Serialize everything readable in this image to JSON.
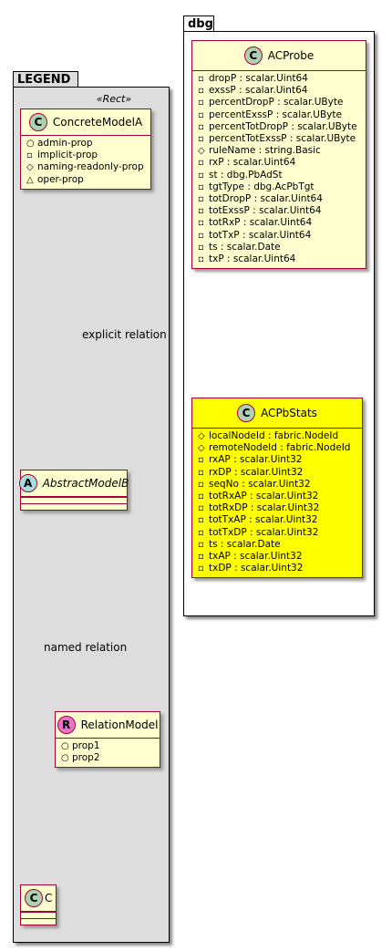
{
  "packages": {
    "legend": {
      "title": "LEGEND",
      "stereotype": "«Rect»"
    },
    "dbg": {
      "title": "dbg"
    }
  },
  "classes": {
    "concrete_model_a": {
      "badge": "C",
      "name": "ConcreteModelA",
      "attributes": [
        {
          "vis": "+",
          "text": "admin-prop"
        },
        {
          "vis": "-",
          "text": "implicit-prop"
        },
        {
          "vis": "#",
          "text": "naming-readonly-prop"
        },
        {
          "vis": "~",
          "text": "oper-prop"
        }
      ]
    },
    "abstract_model_b": {
      "badge": "A",
      "name": "AbstractModelB"
    },
    "relation_model": {
      "badge": "R",
      "name": "RelationModel",
      "attributes": [
        {
          "vis": "+",
          "text": "prop1"
        },
        {
          "vis": "+",
          "text": "prop2"
        }
      ]
    },
    "c": {
      "badge": "C",
      "name": "C"
    },
    "ac_probe": {
      "badge": "C",
      "name": "ACProbe",
      "attributes": [
        {
          "vis": "-",
          "text": "dropP : scalar.Uint64"
        },
        {
          "vis": "-",
          "text": "exssP : scalar.Uint64"
        },
        {
          "vis": "-",
          "text": "percentDropP : scalar.UByte"
        },
        {
          "vis": "-",
          "text": "percentExssP : scalar.UByte"
        },
        {
          "vis": "-",
          "text": "percentTotDropP : scalar.UByte"
        },
        {
          "vis": "-",
          "text": "percentTotExssP : scalar.UByte"
        },
        {
          "vis": "#",
          "text": "ruleName : string.Basic"
        },
        {
          "vis": "-",
          "text": "rxP : scalar.Uint64"
        },
        {
          "vis": "-",
          "text": "st : dbg.PbAdSt"
        },
        {
          "vis": "-",
          "text": "tgtType : dbg.AcPbTgt"
        },
        {
          "vis": "-",
          "text": "totDropP : scalar.Uint64"
        },
        {
          "vis": "-",
          "text": "totExssP : scalar.Uint64"
        },
        {
          "vis": "-",
          "text": "totRxP : scalar.Uint64"
        },
        {
          "vis": "-",
          "text": "totTxP : scalar.Uint64"
        },
        {
          "vis": "-",
          "text": "ts : scalar.Date"
        },
        {
          "vis": "-",
          "text": "txP : scalar.Uint64"
        }
      ]
    },
    "ac_pb_stats": {
      "badge": "C",
      "name": "ACPbStats",
      "attributes": [
        {
          "vis": "#",
          "text": "localNodeId : fabric.NodeId"
        },
        {
          "vis": "#",
          "text": "remoteNodeId : fabric.NodeId"
        },
        {
          "vis": "-",
          "text": "rxAP : scalar.Uint32"
        },
        {
          "vis": "-",
          "text": "rxDP : scalar.Uint32"
        },
        {
          "vis": "-",
          "text": "seqNo : scalar.Uint32"
        },
        {
          "vis": "-",
          "text": "totRxAP : scalar.Uint32"
        },
        {
          "vis": "-",
          "text": "totRxDP : scalar.Uint32"
        },
        {
          "vis": "-",
          "text": "totTxAP : scalar.Uint32"
        },
        {
          "vis": "-",
          "text": "totTxDP : scalar.Uint32"
        },
        {
          "vis": "-",
          "text": "ts : scalar.Date"
        },
        {
          "vis": "-",
          "text": "txAP : scalar.Uint32"
        },
        {
          "vis": "-",
          "text": "txDP : scalar.Uint32"
        }
      ]
    }
  },
  "relations": {
    "explicit": "explicit relation",
    "named": "named relation"
  },
  "colors": {
    "class_fill": "#FEFECE",
    "class_border": "#A80036",
    "highlight_fill": "#FFFF00",
    "legend_fill": "#DDDDDD",
    "badge_c": "#ADD1B2",
    "badge_a": "#A9DCDF",
    "badge_r": "#E872C8"
  }
}
